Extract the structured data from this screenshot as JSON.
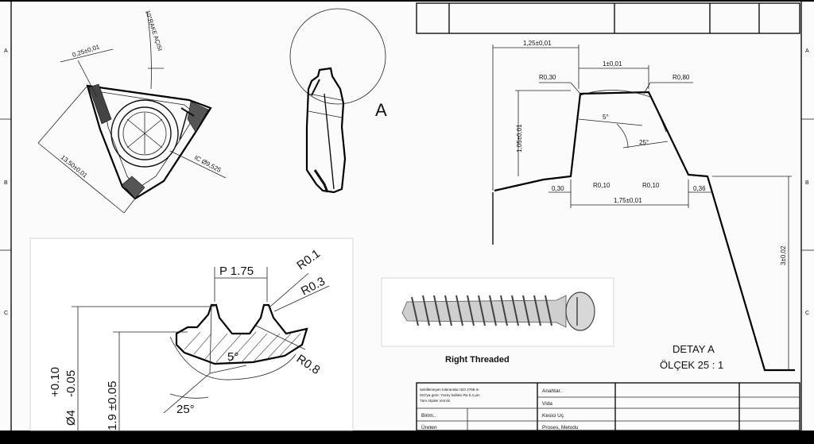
{
  "tool_view": {
    "dims": [
      "0,25±0,01",
      "10°RAKE AÇISI",
      "13,50±0,01",
      "IC Ø9,525"
    ]
  },
  "side_view": {
    "detail_label": "A"
  },
  "thread_drawing": {
    "pitch": "P 1.75",
    "radii": [
      "R0.1",
      "R0.3",
      "R0.8"
    ],
    "angle_small": "5°",
    "angle_large": "25°",
    "major_dia": "Ø4",
    "tol_plus": "+0.10",
    "tol_minus": "-0.05",
    "minor_dia": "1.9 ±0.05"
  },
  "screw": {
    "caption": "Right Threaded"
  },
  "detail_a": {
    "dims": [
      "1,25±0,01",
      "1±0,01",
      "R0,30",
      "R0,80",
      "5°",
      "25°",
      "1,05±0,01",
      "0,30",
      "R0,10",
      "R0,10",
      "0,36",
      "1,75±0,01",
      "3±0,02"
    ],
    "title": "DETAY A",
    "scale": "ÖLÇEK 25 : 1"
  },
  "title_block": {
    "note_lines": [
      "Sekillemeyen toleranslar ISO 2768-m",
      "ISO'ya göre; Yüzey kalitesi Ra 0,4 µm",
      "Tüm ölçüler mm'dir."
    ],
    "keyword_label": "Anahtar..",
    "keyword_value": "Vida",
    "unit_label": "Birim..",
    "tool_value": "Kesici Uç",
    "producer_label": "Üreten",
    "process_label": "Proses, Metodu"
  },
  "frame": {
    "zone_letters": [
      "A",
      "B",
      "C"
    ]
  }
}
